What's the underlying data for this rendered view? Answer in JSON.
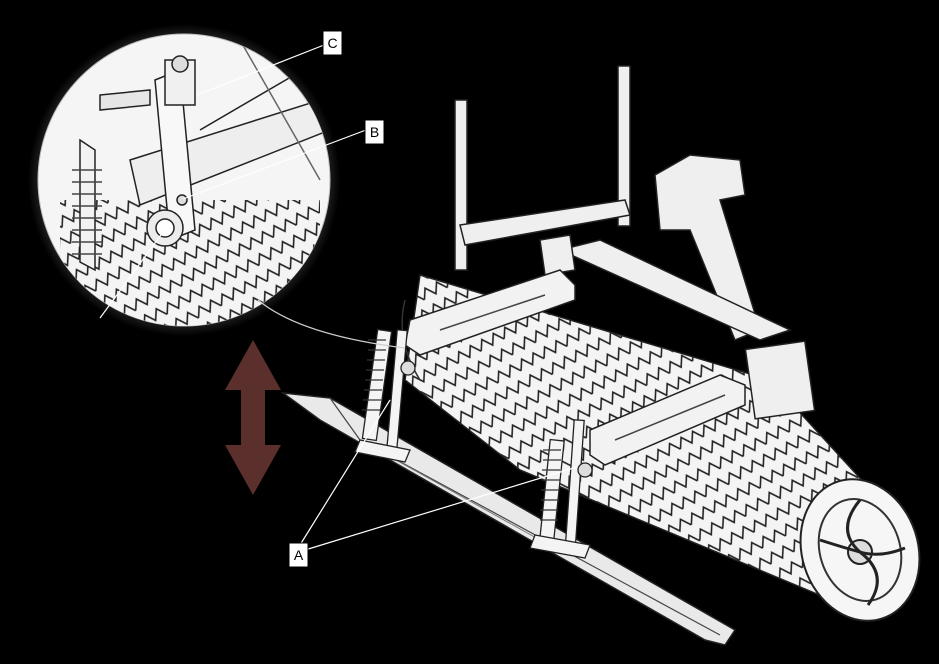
{
  "callouts": {
    "a": "A",
    "b": "B",
    "c": "C"
  },
  "colors": {
    "background": "#000000",
    "line_art": "#d8d8d8",
    "arrow": "#5a2f2c",
    "label_box": "#ffffff",
    "detail_circle": "#f2f2f2"
  }
}
